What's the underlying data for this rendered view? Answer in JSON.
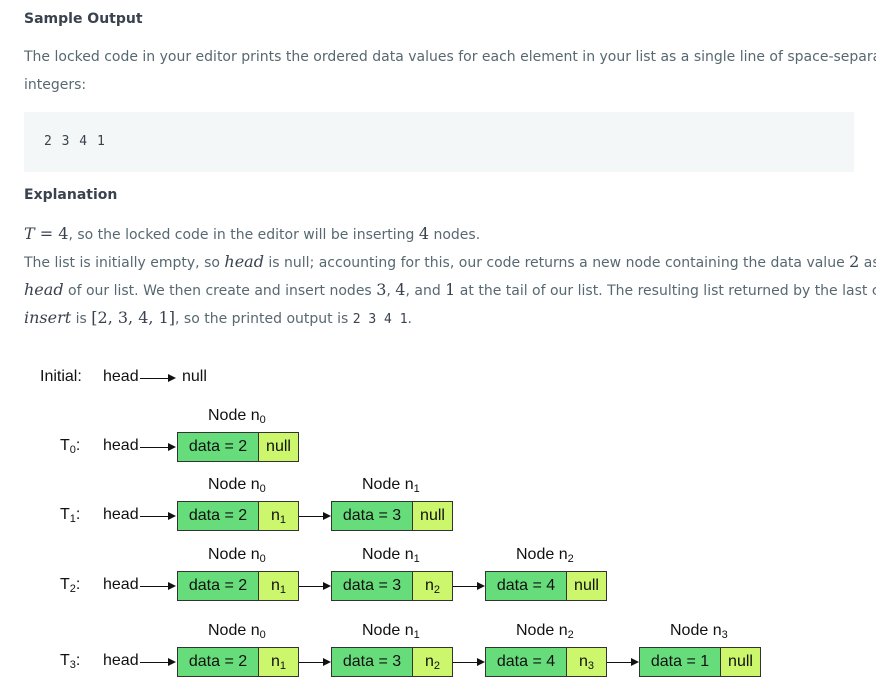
{
  "sample_output": {
    "heading": "Sample Output",
    "intro_line1": "The locked code in your editor prints the ordered data values for each element in your list as a single line of space-separated",
    "intro_line2": "integers:",
    "code": "2 3 4 1"
  },
  "explanation": {
    "heading": "Explanation",
    "line1": {
      "math_T": "T",
      "math_eq": " = 4",
      "text_a": ", so the locked code in the editor will be inserting ",
      "math_4": "4",
      "text_b": " nodes."
    },
    "line2": {
      "text_a": "The list is initially empty, so ",
      "math_head": "head",
      "text_b": " is null; accounting for this, our code returns a new node containing the data value ",
      "math_2": "2",
      "text_c": " as the"
    },
    "line3": {
      "math_head": "head",
      "text_a": " of our list. We then create and insert nodes ",
      "math_3": "3",
      "comma": ", ",
      "math_4": "4",
      "text_b": ", and ",
      "math_1": "1",
      "text_c": " at the tail of our list. The resulting list returned by the last call to"
    },
    "line4": {
      "math_insert": "insert",
      "text_a": " is ",
      "math_list": "[2, 3, 4, 1]",
      "text_b": ", so the printed output is ",
      "code": "2 3 4 1",
      "text_c": "."
    }
  },
  "diagram": {
    "initial_label": "Initial:",
    "head_label": "head",
    "null_label": "null",
    "node_word": "Node n",
    "data_prefix": "data = ",
    "rows": [
      {
        "t": "T",
        "sub": "0",
        "nodes": [
          {
            "idx": "0",
            "data": "2",
            "next": "null"
          }
        ]
      },
      {
        "t": "T",
        "sub": "1",
        "nodes": [
          {
            "idx": "0",
            "data": "2",
            "next": "n",
            "next_sub": "1"
          },
          {
            "idx": "1",
            "data": "3",
            "next": "null"
          }
        ]
      },
      {
        "t": "T",
        "sub": "2",
        "nodes": [
          {
            "idx": "0",
            "data": "2",
            "next": "n",
            "next_sub": "1"
          },
          {
            "idx": "1",
            "data": "3",
            "next": "n",
            "next_sub": "2"
          },
          {
            "idx": "2",
            "data": "4",
            "next": "null"
          }
        ]
      },
      {
        "t": "T",
        "sub": "3",
        "nodes": [
          {
            "idx": "0",
            "data": "2",
            "next": "n",
            "next_sub": "1"
          },
          {
            "idx": "1",
            "data": "3",
            "next": "n",
            "next_sub": "2"
          },
          {
            "idx": "2",
            "data": "4",
            "next": "n",
            "next_sub": "3"
          },
          {
            "idx": "3",
            "data": "1",
            "next": "null"
          }
        ]
      }
    ]
  }
}
